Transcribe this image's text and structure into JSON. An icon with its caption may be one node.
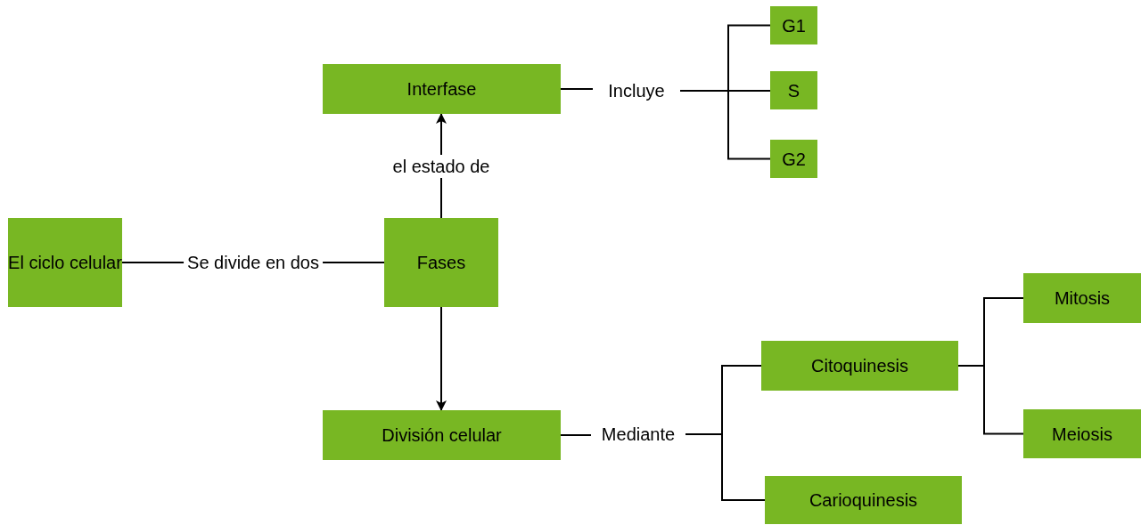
{
  "diagram": {
    "nodes": [
      {
        "text": [
          "El ciclo celular"
        ]
      },
      {
        "text": [
          "Fases"
        ]
      },
      {
        "text": [
          "Interfase"
        ]
      },
      {
        "text": [
          "Incluye"
        ]
      },
      {
        "text": [
          "G1"
        ]
      },
      {
        "text": [
          "S"
        ]
      },
      {
        "text": [
          "G2"
        ]
      },
      {
        "text": [
          "División celular"
        ]
      },
      {
        "text": [
          "Mediante"
        ]
      },
      {
        "text": [
          "Citoquinesis"
        ]
      },
      {
        "text": [
          "Carioquinesis"
        ]
      },
      {
        "text": [
          "Mitosis"
        ]
      },
      {
        "text": [
          "Meiosis"
        ]
      }
    ],
    "edges": [
      {
        "from": 0,
        "to": 1,
        "arrow": "none",
        "label": "Se divide en dos"
      },
      {
        "from": 1,
        "to": 2,
        "arrow": "to",
        "label": "el estado de"
      },
      {
        "from": 1,
        "to": 7,
        "arrow": "to"
      },
      {
        "from": 2,
        "to": 3,
        "arrow": "none"
      },
      {
        "from": 3,
        "to": 4,
        "arrow": "none"
      },
      {
        "from": 3,
        "to": 5,
        "arrow": "none"
      },
      {
        "from": 3,
        "to": 6,
        "arrow": "none"
      },
      {
        "from": 7,
        "to": 8,
        "arrow": "none"
      },
      {
        "from": 8,
        "to": 9,
        "arrow": "none"
      },
      {
        "from": 8,
        "to": 10,
        "arrow": "none"
      },
      {
        "from": 9,
        "to": 11,
        "arrow": "none"
      },
      {
        "from": 9,
        "to": 12,
        "arrow": "none"
      }
    ]
  }
}
